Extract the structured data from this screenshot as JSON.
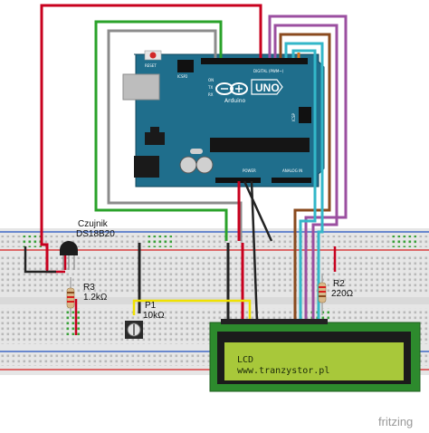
{
  "arduino": {
    "reset_label": "RESET",
    "icsp2_label": "ICSP2",
    "icsp_label": "ICSP",
    "logo_text": "Arduino",
    "model_text": "UNO",
    "on_label": "ON",
    "tx_label": "TX",
    "rx_label": "RX",
    "digital_label": "DIGITAL (PWM~)",
    "power_label": "POWER",
    "analog_label": "ANALOG IN"
  },
  "components": {
    "sensor_label_line1": "Czujnik",
    "sensor_label_line2": "DS18B20",
    "r3_name": "R3",
    "r3_value": "1.2kΩ",
    "p1_name": "P1",
    "p1_value": "10kΩ",
    "r2_name": "R2",
    "r2_value": "220Ω"
  },
  "lcd": {
    "line1": "LCD",
    "line2": "www.tranzystor.pl"
  },
  "footer": {
    "brand": "fritzing"
  },
  "colors": {
    "board": "#1f6e8c",
    "breadboard": "#e8e8e8",
    "lcd_screen": "#a8c83a",
    "wire_red": "#c8001e",
    "wire_green": "#2aa22a",
    "wire_gray": "#8c8c8c",
    "wire_purple": "#9b4fa0",
    "wire_brown": "#8a4a1e",
    "wire_cyan": "#33b7c9",
    "wire_yellow": "#f0e100",
    "wire_black": "#222222"
  }
}
